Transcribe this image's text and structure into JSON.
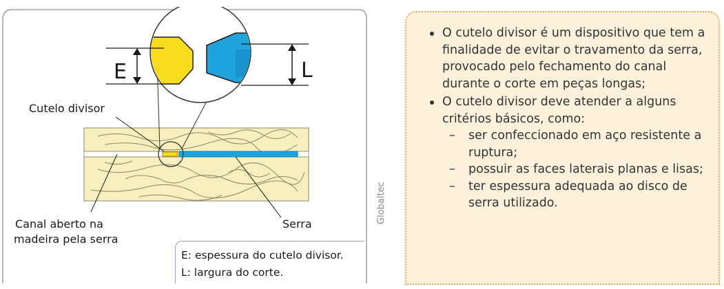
{
  "figure": {
    "labels": {
      "E": "E",
      "L": "L",
      "cutelo": "Cutelo divisor",
      "canal_line1": "Canal aberto na",
      "canal_line2": "madeira pela serra",
      "serra": "Serra"
    },
    "legend": {
      "line1": "E: espessura do cutelo divisor.",
      "line2": "L: largura do corte."
    },
    "credit": "Globaltec",
    "colors": {
      "wood": "#f7efbd",
      "wood_grain": "#8c8466",
      "blade": "#1fa3dc",
      "blade_dark": "#0b7fb8",
      "riving_knife": "#f6dc1c",
      "panel_border": "#9aa3ad"
    }
  },
  "notes": {
    "items": [
      {
        "text": "O cutelo divisor é um dispositivo que tem a finalidade de evitar o travamento da serra, provocado pelo fechamento do canal durante o corte em peças longas;"
      },
      {
        "text": "O cutelo divisor deve atender a alguns critérios básicos, como:",
        "subitems": [
          "ser confeccionado em aço resistente a ruptura;",
          "possuir as faces laterais planas e lisas;",
          "ter espessura adequada ao disco de serra utilizado."
        ]
      }
    ],
    "colors": {
      "background": "#fdf1dc",
      "border": "#f0a955"
    }
  }
}
